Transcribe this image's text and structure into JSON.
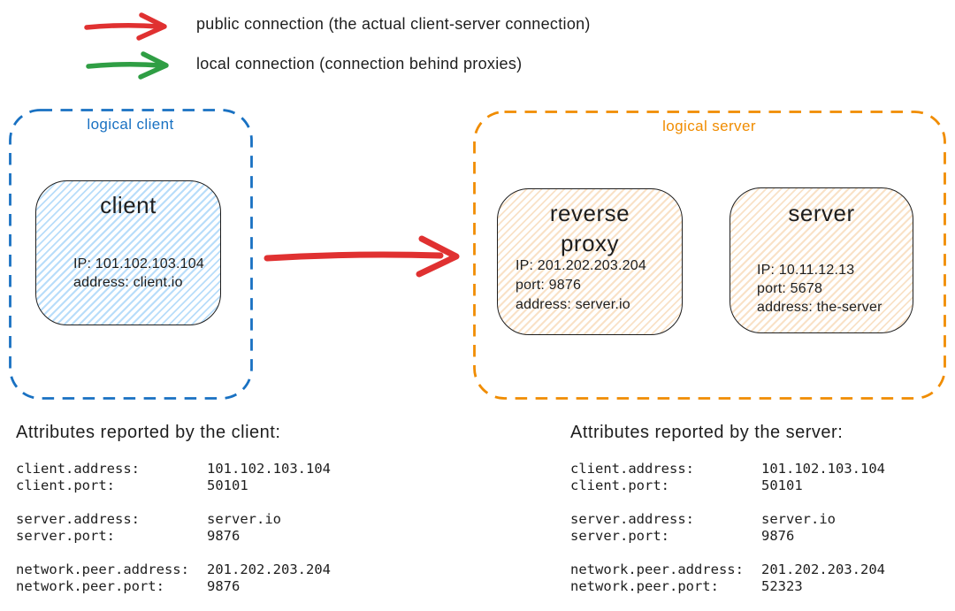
{
  "palette": {
    "public_red": "#e03131",
    "local_green": "#2f9e44",
    "client_blue": "#1971c2",
    "server_orange": "#f08c00",
    "ink": "#1e1e1e"
  },
  "legend": {
    "items": [
      {
        "id": "public",
        "color": "#e03131",
        "label": "public connection (the actual client-server connection)"
      },
      {
        "id": "local",
        "color": "#2f9e44",
        "label": "local connection (connection behind proxies)"
      }
    ]
  },
  "diagram": {
    "logical_client": {
      "label": "logical client",
      "accent": "#1971c2",
      "node": {
        "title": "client",
        "lines": [
          "IP: 101.102.103.104",
          "address: client.io"
        ]
      }
    },
    "logical_server": {
      "label": "logical server",
      "accent": "#f08c00",
      "reverse_proxy": {
        "title": "reverse proxy",
        "title_lines": [
          "reverse",
          "proxy"
        ],
        "lines": [
          "IP: 201.202.203.204",
          "port: 9876",
          "address: server.io"
        ]
      },
      "server": {
        "title": "server",
        "lines": [
          "IP: 10.11.12.13",
          "port: 5678",
          "address: the-server"
        ]
      }
    },
    "main_arrow": {
      "type": "public connection",
      "color": "#e03131"
    }
  },
  "attributes": {
    "client": {
      "heading": "Attributes reported by the client:",
      "groups": [
        [
          {
            "key": "client.address:",
            "value": "101.102.103.104"
          },
          {
            "key": "client.port:",
            "value": "50101"
          }
        ],
        [
          {
            "key": "server.address:",
            "value": "server.io"
          },
          {
            "key": "server.port:",
            "value": "9876"
          }
        ],
        [
          {
            "key": "network.peer.address:",
            "value": "201.202.203.204"
          },
          {
            "key": "network.peer.port:",
            "value": "9876"
          }
        ]
      ]
    },
    "server": {
      "heading": "Attributes reported by the server:",
      "groups": [
        [
          {
            "key": "client.address:",
            "value": "101.102.103.104"
          },
          {
            "key": "client.port:",
            "value": "50101"
          }
        ],
        [
          {
            "key": "server.address:",
            "value": "server.io"
          },
          {
            "key": "server.port:",
            "value": "9876"
          }
        ],
        [
          {
            "key": "network.peer.address:",
            "value": "201.202.203.204"
          },
          {
            "key": "network.peer.port:",
            "value": "52323"
          }
        ]
      ]
    }
  }
}
